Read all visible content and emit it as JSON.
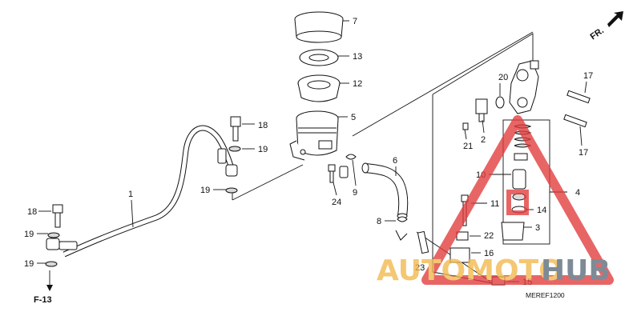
{
  "diagram": {
    "direction_label": "FR.",
    "ref_label": "F-13",
    "diagram_code": "MEREF1200",
    "part_numbers": {
      "p1": "1",
      "p2": "2",
      "p3": "3",
      "p4": "4",
      "p5": "5",
      "p6": "6",
      "p7": "7",
      "p8": "8",
      "p9": "9",
      "p10": "10",
      "p11": "11",
      "p12": "12",
      "p13": "13",
      "p14": "14",
      "p15": "15",
      "p16": "16",
      "p17a": "17",
      "p17b": "17",
      "p18a": "18",
      "p18b": "18",
      "p19a": "19",
      "p19b": "19",
      "p19c": "19",
      "p19d": "19",
      "p20": "20",
      "p21": "21",
      "p22": "22",
      "p23": "23",
      "p24": "24"
    }
  },
  "watermark": {
    "text_a": "AUTOMOTO",
    "text_b": "HUB",
    "color_triangle": "#e23b3b",
    "color_text": "#f2b84b",
    "color_text_b": "#5a6b7a"
  }
}
